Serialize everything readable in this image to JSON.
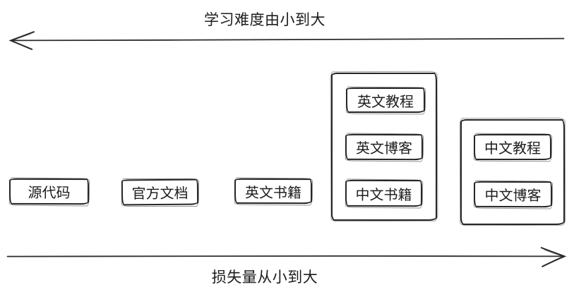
{
  "diagram": {
    "top_axis": {
      "label": "学习难度由小到大"
    },
    "bottom_axis": {
      "label": "损失量从小到大"
    },
    "boxes": [
      {
        "label": "源代码"
      },
      {
        "label": "官方文档"
      },
      {
        "label": "英文书籍"
      }
    ],
    "groups": [
      {
        "items": [
          {
            "label": "英文教程"
          },
          {
            "label": "英文博客"
          },
          {
            "label": "中文书籍"
          }
        ]
      },
      {
        "items": [
          {
            "label": "中文教程"
          },
          {
            "label": "中文博客"
          }
        ]
      }
    ],
    "colors": {
      "stroke": "#2b2b2b",
      "text": "#1c1c1c",
      "background": "#ffffff"
    }
  }
}
